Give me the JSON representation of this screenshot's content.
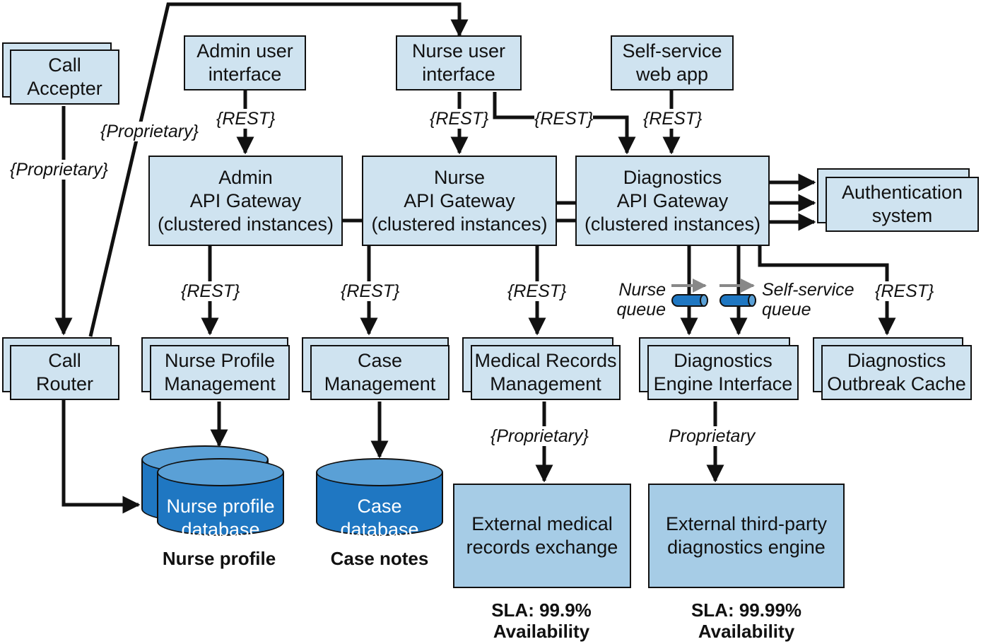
{
  "nodes": {
    "call_accepter": [
      "Call",
      "Accepter"
    ],
    "call_router": [
      "Call",
      "Router"
    ],
    "admin_ui": [
      "Admin user",
      "interface"
    ],
    "nurse_ui": [
      "Nurse user",
      "interface"
    ],
    "selfservice_app": [
      "Self-service",
      "web app"
    ],
    "admin_gateway": [
      "Admin",
      "API Gateway",
      "(clustered instances)"
    ],
    "nurse_gateway": [
      "Nurse",
      "API Gateway",
      "(clustered instances)"
    ],
    "diag_gateway": [
      "Diagnostics",
      "API Gateway",
      "(clustered instances)"
    ],
    "auth_system": [
      "Authentication",
      "system"
    ],
    "nurse_profile_mgmt": [
      "Nurse Profile",
      "Management"
    ],
    "case_mgmt": [
      "Case",
      "Management"
    ],
    "medical_records_mgmt": [
      "Medical Records",
      "Management"
    ],
    "diag_engine_interface": [
      "Diagnostics",
      "Engine Interface"
    ],
    "diag_outbreak_cache": [
      "Diagnostics",
      "Outbreak Cache"
    ],
    "ext_medical_exchange": [
      "External medical",
      "records exchange"
    ],
    "ext_diag_engine": [
      "External third-party",
      "diagnostics engine"
    ]
  },
  "databases": {
    "nurse_profile_db": [
      "Nurse profile",
      "database"
    ],
    "case_db": [
      "Case",
      "database"
    ]
  },
  "captions": {
    "nurse_profile": "Nurse profile",
    "case_notes": "Case notes",
    "sla_medical": [
      "SLA: 99.9%",
      "Availability"
    ],
    "sla_diag": [
      "SLA: 99.99%",
      "Availability"
    ]
  },
  "queues": {
    "nurse_queue": [
      "Nurse",
      "queue"
    ],
    "selfservice_queue": [
      "Self-service",
      "queue"
    ]
  },
  "edge_labels": {
    "proprietary_braced": "{Proprietary}",
    "rest": "{REST}",
    "proprietary_plain": "Proprietary"
  },
  "colors": {
    "box_fill": "#cfe3f0",
    "external_fill": "#a6cce6",
    "database_fill": "#1f77c2",
    "line": "#111111"
  }
}
